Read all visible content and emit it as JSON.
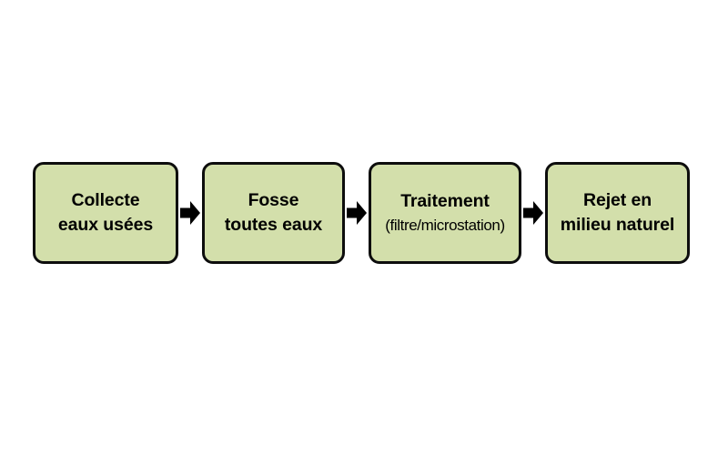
{
  "diagram": {
    "type": "flowchart",
    "orientation": "horizontal",
    "title": "",
    "background_color": "#ffffff",
    "node_fill_color": "#d3dfab",
    "node_border_color": "#0d0d0d",
    "arrow_color": "#000000",
    "text_color": "#000000",
    "nodes": [
      {
        "id": "collecte",
        "line1": "Collecte",
        "line2": "eaux usées"
      },
      {
        "id": "fosse",
        "line1": "Fosse",
        "line2": "toutes eaux"
      },
      {
        "id": "traitement",
        "line1": "Traitement",
        "line2": "(filtre/microstation)"
      },
      {
        "id": "rejet",
        "line1": "Rejet en",
        "line2": "milieu naturel"
      }
    ],
    "connectors": [
      {
        "id": "arrow-1",
        "icon": "arrow-right-icon",
        "from": "collecte",
        "to": "fosse"
      },
      {
        "id": "arrow-2",
        "icon": "arrow-right-icon",
        "from": "fosse",
        "to": "traitement"
      },
      {
        "id": "arrow-3",
        "icon": "arrow-right-icon",
        "from": "traitement",
        "to": "rejet"
      }
    ]
  }
}
